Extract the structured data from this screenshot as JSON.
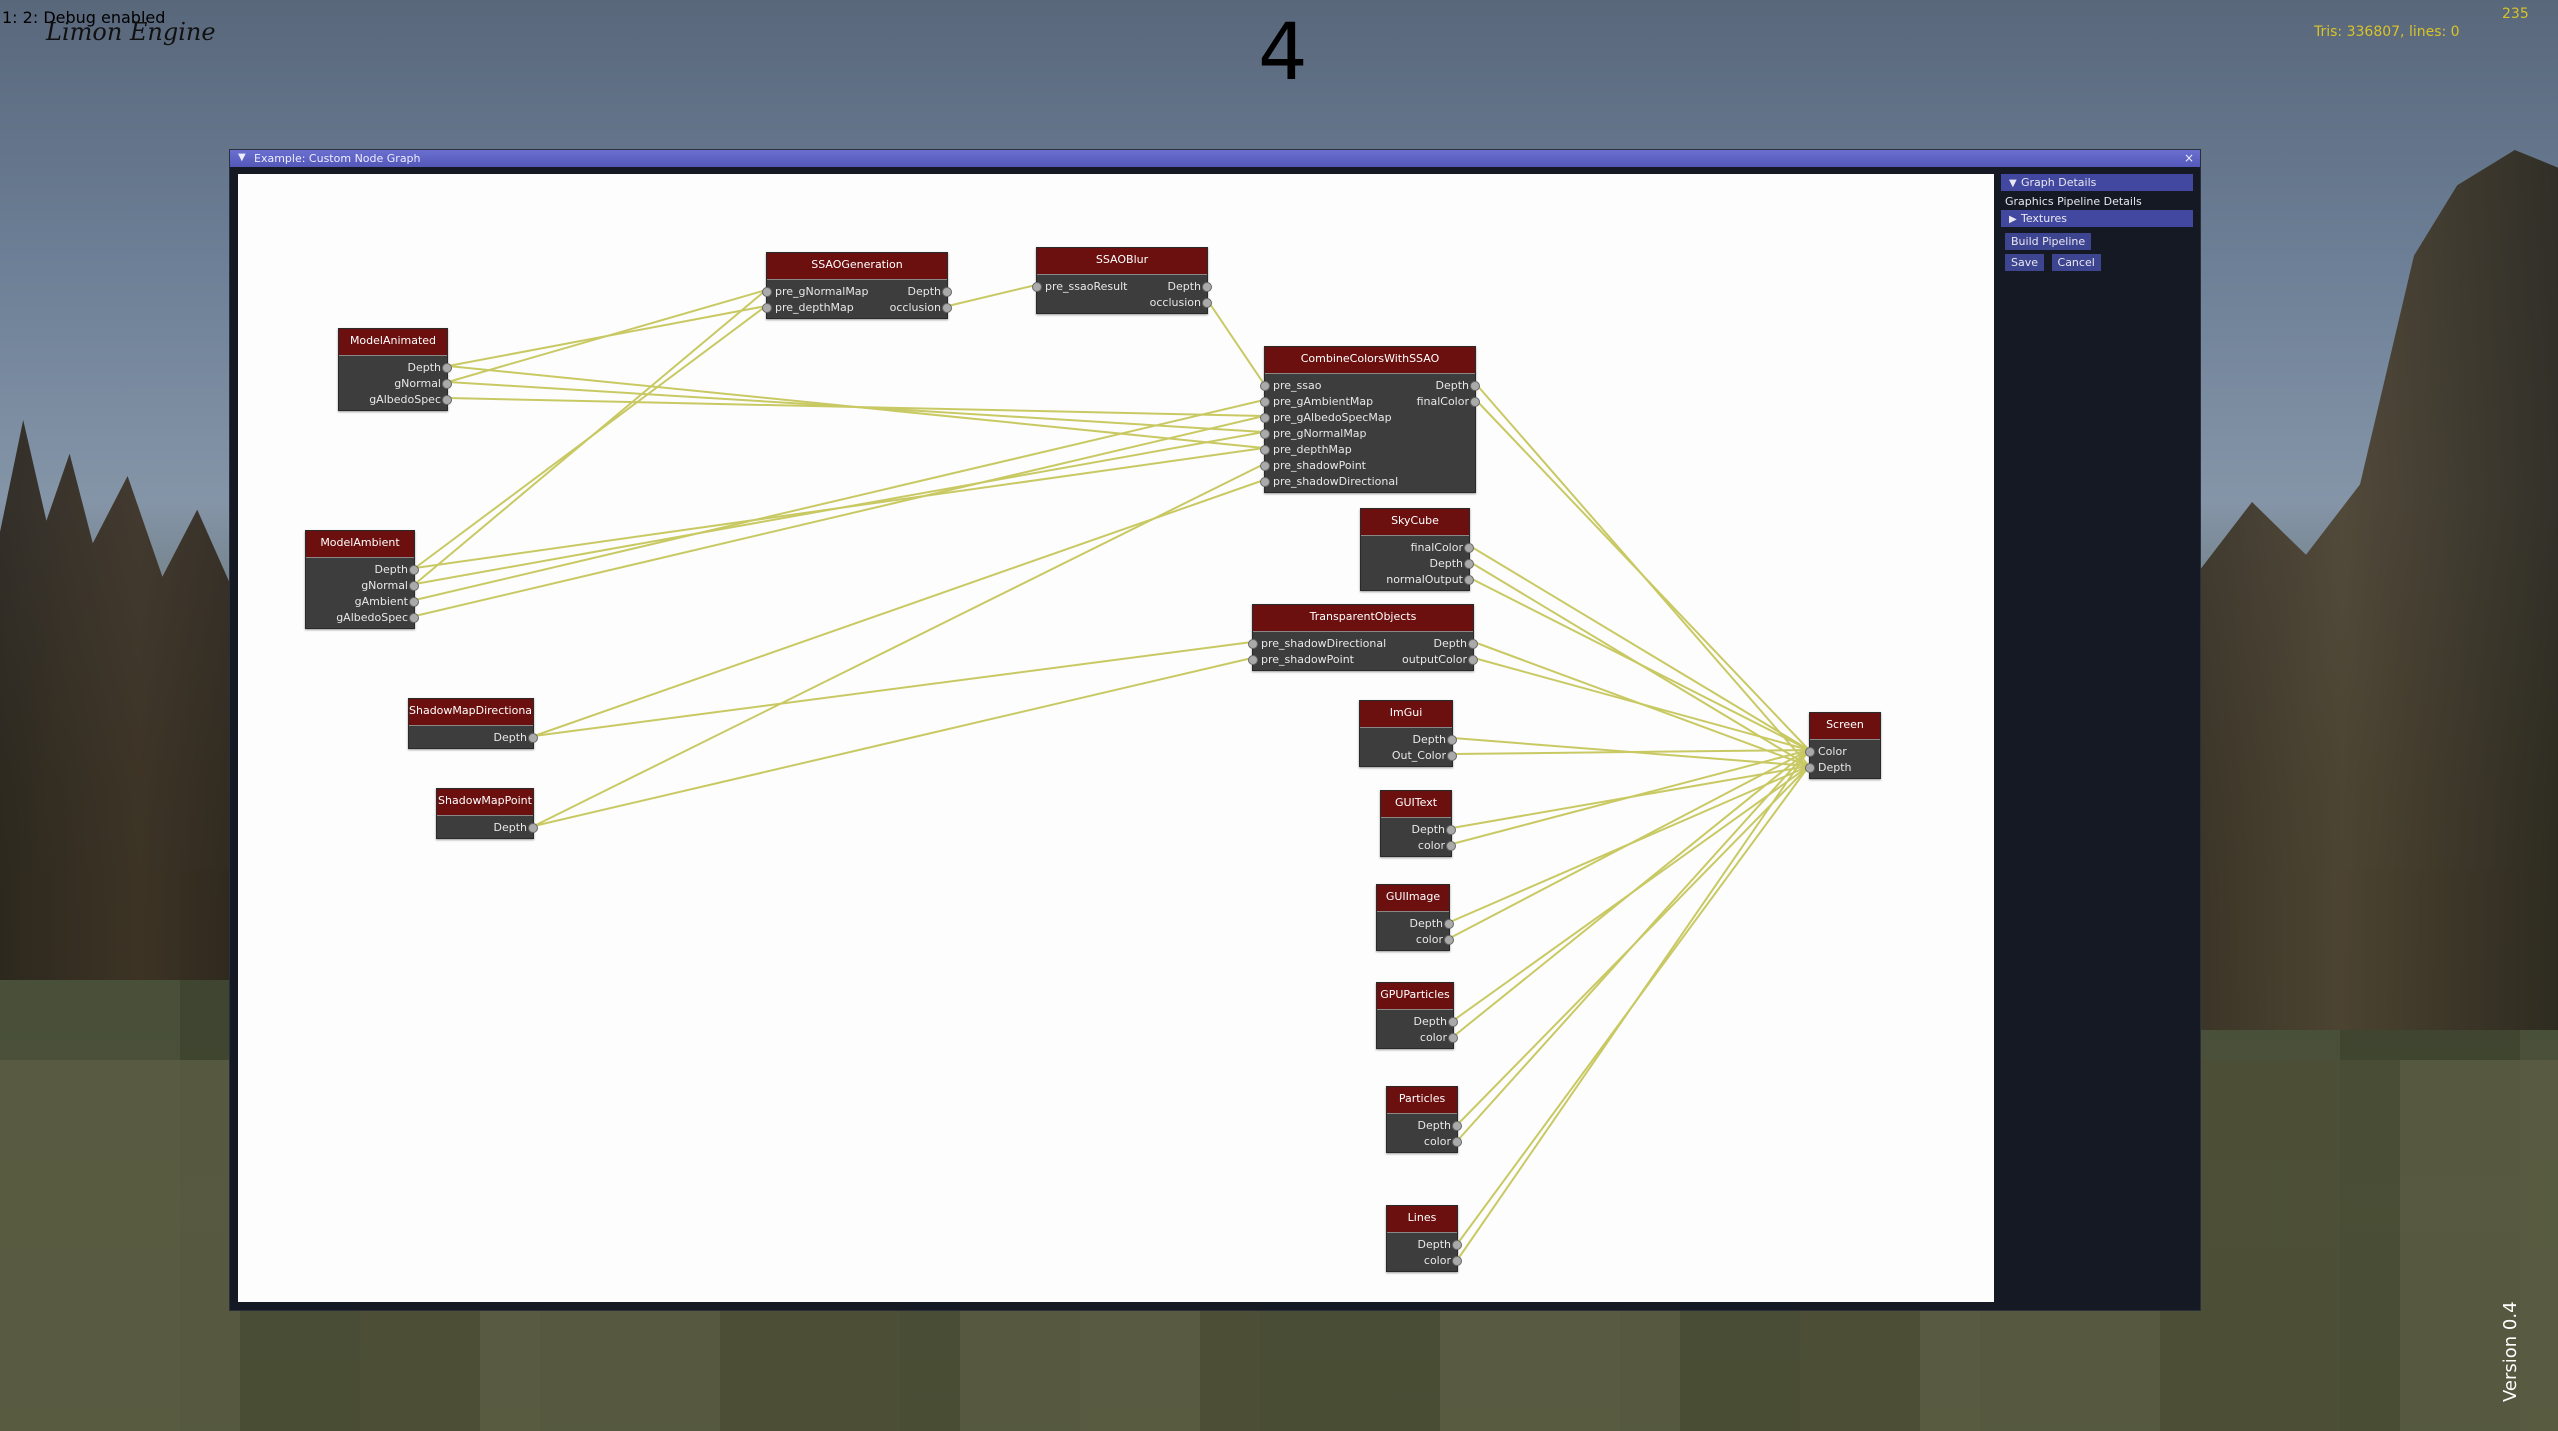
{
  "hud": {
    "debug": "1: 2: Debug enabled",
    "logo": "Limon Engine",
    "big_number": "4",
    "stats": "Tris: 336807, lines: 0",
    "fps": "235",
    "version": "Version 0.4"
  },
  "window": {
    "title": "Example: Custom Node Graph",
    "collapse_icon": "triangle-down-icon",
    "close_icon": "close-icon"
  },
  "panel": {
    "graph_details": "Graph Details",
    "pipeline_details": "Graphics Pipeline Details",
    "textures": "Textures",
    "build_pipeline": "Build Pipeline",
    "save": "Save",
    "cancel": "Cancel"
  },
  "colors": {
    "node_header": "#6c0f0f",
    "node_body": "#3d3d3d",
    "link": "#c9c964",
    "titlebar": "#5358b8",
    "button": "#3d4490"
  },
  "nodes": [
    {
      "id": "ssaogen",
      "title": "SSAOGeneration",
      "inputs": [
        "pre_gNormalMap",
        "pre_depthMap"
      ],
      "outputs": [
        "Depth",
        "occlusion"
      ]
    },
    {
      "id": "ssaoblur",
      "title": "SSAOBlur",
      "inputs": [
        "pre_ssaoResult"
      ],
      "outputs": [
        "Depth",
        "occlusion"
      ]
    },
    {
      "id": "modelanim",
      "title": "ModelAnimated",
      "inputs": [],
      "outputs": [
        "Depth",
        "gNormal",
        "gAlbedoSpec"
      ]
    },
    {
      "id": "combine",
      "title": "CombineColorsWithSSAO",
      "inputs": [
        "pre_ssao",
        "pre_gAmbientMap",
        "pre_gAlbedoSpecMap",
        "pre_gNormalMap",
        "pre_depthMap",
        "pre_shadowPoint",
        "pre_shadowDirectional"
      ],
      "outputs": [
        "Depth",
        "finalColor"
      ]
    },
    {
      "id": "modelamb",
      "title": "ModelAmbient",
      "inputs": [],
      "outputs": [
        "Depth",
        "gNormal",
        "gAmbient",
        "gAlbedoSpec"
      ]
    },
    {
      "id": "skycube",
      "title": "SkyCube",
      "inputs": [],
      "outputs": [
        "finalColor",
        "Depth",
        "normalOutput"
      ]
    },
    {
      "id": "transparent",
      "title": "TransparentObjects",
      "inputs": [
        "pre_shadowDirectional",
        "pre_shadowPoint"
      ],
      "outputs": [
        "Depth",
        "outputColor"
      ]
    },
    {
      "id": "shadowdir",
      "title": "ShadowMapDirectional",
      "inputs": [],
      "outputs": [
        "Depth"
      ]
    },
    {
      "id": "imgui",
      "title": "ImGui",
      "inputs": [],
      "outputs": [
        "Depth",
        "Out_Color"
      ]
    },
    {
      "id": "screen",
      "title": "Screen",
      "inputs": [
        "Color",
        "Depth"
      ],
      "outputs": []
    },
    {
      "id": "shadowpoint",
      "title": "ShadowMapPoint",
      "inputs": [],
      "outputs": [
        "Depth"
      ]
    },
    {
      "id": "guitext",
      "title": "GUIText",
      "inputs": [],
      "outputs": [
        "Depth",
        "color"
      ]
    },
    {
      "id": "guiimage",
      "title": "GUIImage",
      "inputs": [],
      "outputs": [
        "Depth",
        "color"
      ]
    },
    {
      "id": "gpuparticles",
      "title": "GPUParticles",
      "inputs": [],
      "outputs": [
        "Depth",
        "color"
      ]
    },
    {
      "id": "particles",
      "title": "Particles",
      "inputs": [],
      "outputs": [
        "Depth",
        "color"
      ]
    },
    {
      "id": "lines",
      "title": "Lines",
      "inputs": [],
      "outputs": [
        "Depth",
        "color"
      ]
    }
  ],
  "links": [
    [
      "modelanim",
      "gNormal",
      "ssaogen",
      "pre_gNormalMap"
    ],
    [
      "modelanim",
      "Depth",
      "ssaogen",
      "pre_depthMap"
    ],
    [
      "modelamb",
      "gNormal",
      "ssaogen",
      "pre_gNormalMap"
    ],
    [
      "modelamb",
      "Depth",
      "ssaogen",
      "pre_depthMap"
    ],
    [
      "ssaogen",
      "occlusion",
      "ssaoblur",
      "pre_ssaoResult"
    ],
    [
      "ssaoblur",
      "occlusion",
      "combine",
      "pre_ssao"
    ],
    [
      "modelanim",
      "gAlbedoSpec",
      "combine",
      "pre_gAlbedoSpecMap"
    ],
    [
      "modelanim",
      "gNormal",
      "combine",
      "pre_gNormalMap"
    ],
    [
      "modelanim",
      "Depth",
      "combine",
      "pre_depthMap"
    ],
    [
      "modelamb",
      "gAmbient",
      "combine",
      "pre_gAmbientMap"
    ],
    [
      "modelamb",
      "gAlbedoSpec",
      "combine",
      "pre_gAlbedoSpecMap"
    ],
    [
      "modelamb",
      "gNormal",
      "combine",
      "pre_gNormalMap"
    ],
    [
      "modelamb",
      "Depth",
      "combine",
      "pre_depthMap"
    ],
    [
      "shadowdir",
      "Depth",
      "combine",
      "pre_shadowDirectional"
    ],
    [
      "shadowpoint",
      "Depth",
      "combine",
      "pre_shadowPoint"
    ],
    [
      "shadowdir",
      "Depth",
      "transparent",
      "pre_shadowDirectional"
    ],
    [
      "shadowpoint",
      "Depth",
      "transparent",
      "pre_shadowPoint"
    ],
    [
      "combine",
      "finalColor",
      "screen",
      "Color"
    ],
    [
      "combine",
      "Depth",
      "screen",
      "Depth"
    ],
    [
      "skycube",
      "finalColor",
      "screen",
      "Color"
    ],
    [
      "skycube",
      "Depth",
      "screen",
      "Depth"
    ],
    [
      "skycube",
      "normalOutput",
      "screen",
      "Color"
    ],
    [
      "transparent",
      "Depth",
      "screen",
      "Depth"
    ],
    [
      "transparent",
      "outputColor",
      "screen",
      "Color"
    ],
    [
      "imgui",
      "Depth",
      "screen",
      "Depth"
    ],
    [
      "imgui",
      "Out_Color",
      "screen",
      "Color"
    ],
    [
      "guitext",
      "Depth",
      "screen",
      "Depth"
    ],
    [
      "guitext",
      "color",
      "screen",
      "Color"
    ],
    [
      "guiimage",
      "Depth",
      "screen",
      "Depth"
    ],
    [
      "guiimage",
      "color",
      "screen",
      "Color"
    ],
    [
      "gpuparticles",
      "Depth",
      "screen",
      "Depth"
    ],
    [
      "gpuparticles",
      "color",
      "screen",
      "Color"
    ],
    [
      "particles",
      "Depth",
      "screen",
      "Depth"
    ],
    [
      "particles",
      "color",
      "screen",
      "Color"
    ],
    [
      "lines",
      "Depth",
      "screen",
      "Depth"
    ],
    [
      "lines",
      "color",
      "screen",
      "Color"
    ]
  ]
}
